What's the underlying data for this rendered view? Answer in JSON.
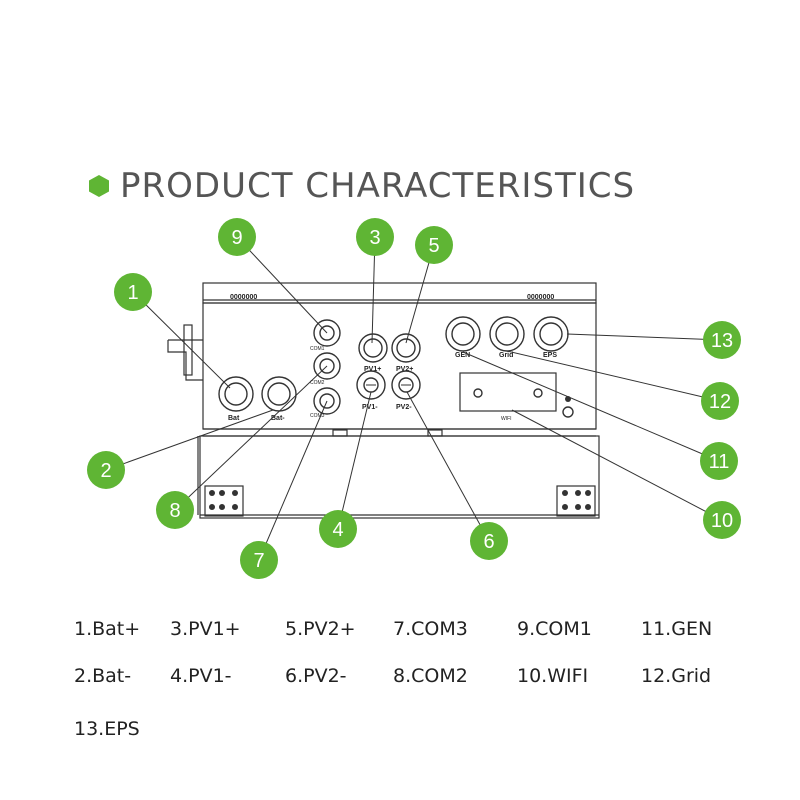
{
  "title": "PRODUCT CHARACTERISTICS",
  "colors": {
    "accent": "#5fb534",
    "line": "#333333",
    "text": "#555555"
  },
  "device": {
    "port_labels": {
      "bat_plus": "Bat",
      "bat_minus": "Bat-",
      "pv1_plus": "PV1+",
      "pv1_minus": "PV1-",
      "pv2_plus": "PV2+",
      "pv2_minus": "PV2-",
      "com1": "COM1",
      "com2": "COM2",
      "com3": "COM3",
      "gen": "GEN",
      "grid": "Grid",
      "eps": "EPS",
      "wifi": "WIFI"
    },
    "vent_label": "0000000"
  },
  "callouts": [
    "1",
    "2",
    "3",
    "4",
    "5",
    "6",
    "7",
    "8",
    "9",
    "10",
    "11",
    "12",
    "13"
  ],
  "legend": [
    "1.Bat+",
    "3.PV1+",
    "5.PV2+",
    "7.COM3",
    "9.COM1",
    "11.GEN",
    "2.Bat-",
    "4.PV1-",
    "6.PV2-",
    "8.COM2",
    "10.WIFI",
    "12.Grid",
    "13.EPS"
  ]
}
